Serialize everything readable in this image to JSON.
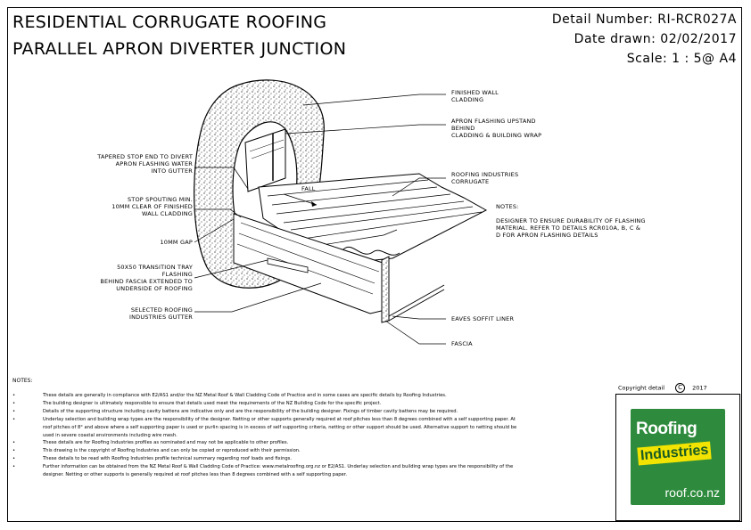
{
  "title": {
    "line1": "RESIDENTIAL CORRUGATE ROOFING",
    "line2": "PARALLEL APRON DIVERTER JUNCTION"
  },
  "meta": {
    "detail_number": "Detail Number:  RI-RCR027A",
    "date_drawn": "Date drawn:  02/02/2017",
    "scale": "Scale:   1 : 5@ A4"
  },
  "labels": {
    "finished_wall_1": "FINISHED WALL",
    "finished_wall_2": "CLADDING",
    "apron_upstand_1": "APRON FLASHING UPSTAND",
    "apron_upstand_2": "BEHIND",
    "apron_upstand_3": "CLADDING & BUILDING WRAP",
    "tapered_1": "TAPERED STOP END TO DIVERT",
    "tapered_2": "APRON FLASHING WATER",
    "tapered_3": "INTO GUTTER",
    "fall": "FALL",
    "corrugate_1": "ROOFING INDUSTRIES",
    "corrugate_2": "CORRUGATE",
    "stop_spouting_1": "STOP SPOUTING MIN.",
    "stop_spouting_2": "10mm CLEAR OF FINISHED",
    "stop_spouting_3": "WALL CLADDING",
    "gap": "10mm GAP",
    "side_notes_hd": "NOTES:",
    "side_note_1": "DESIGNER TO ENSURE DURABILITY OF FLASHING",
    "side_note_2": "MATERIAL. REFER TO DETAILS RCR010A, B, C &",
    "side_note_3": "D FOR APRON FLASHING DETAILS",
    "tray_1": "50x50 TRANSITION TRAY",
    "tray_2": "FLASHING",
    "tray_3": "BEHIND FASCIA EXTENDED TO",
    "tray_4": "UNDERSIDE OF ROOFING",
    "gutter_1": "SELECTED ROOFING",
    "gutter_2": "INDUSTRIES GUTTER",
    "soffit": "EAVES SOFFIT LINER",
    "fascia": "FASCIA"
  },
  "notes": {
    "heading": "NOTES:",
    "items": [
      "These details are generally in compliance with E2/AS1 and/or the NZ Metal Roof & Wall Cladding Code of Practice and in some cases are specific details by Roofing Industries.",
      "The building designer is ultimately responsible to ensure that details used meet the requirements of the NZ Building Code for the specific project.",
      "Details of the supporting structure including cavity battens are indicative only and are the responsibility of the building designer. Fixings of timber cavity battens may be required.",
      "Underlay selection and building wrap types are the responsibility of the designer. Netting or other supports generally required at roof pitches less than 8 degrees combined with a self supporting paper. At roof pitches of 8° and above where a self supporting paper is used or purlin spacing is in excess of self supporting criteria, netting or other support should be used. Alternative support to netting should be used in severe coastal environments including wire mesh.",
      "These details are for Roofing Industries profiles as nominated and may not be applicable to other profiles.",
      "This drawing is the copyright of Roofing Industries and can only be copied or reproduced with their permission.",
      "These details to be read with Roofing Industries profile technical summary regarding roof loads and fixings.",
      "Further information can be obtained from the NZ Metal Roof & Wall Cladding Code of Practice: www.metalroofing.org.nz or E2/AS1. Underlay selection and building wrap types are the responsibility of the designer. Netting or other supports is generally required at roof pitches less than 8 degrees combined with a self supporting paper."
    ]
  },
  "copyright": {
    "label": "Copyright detail",
    "symbol": "C",
    "year": "2017"
  },
  "logo": {
    "word1": "Roofing",
    "word2": "Industries",
    "url": "roof.co.nz",
    "brand_green": "#2e8b3d",
    "brand_yellow": "#f2e400"
  }
}
